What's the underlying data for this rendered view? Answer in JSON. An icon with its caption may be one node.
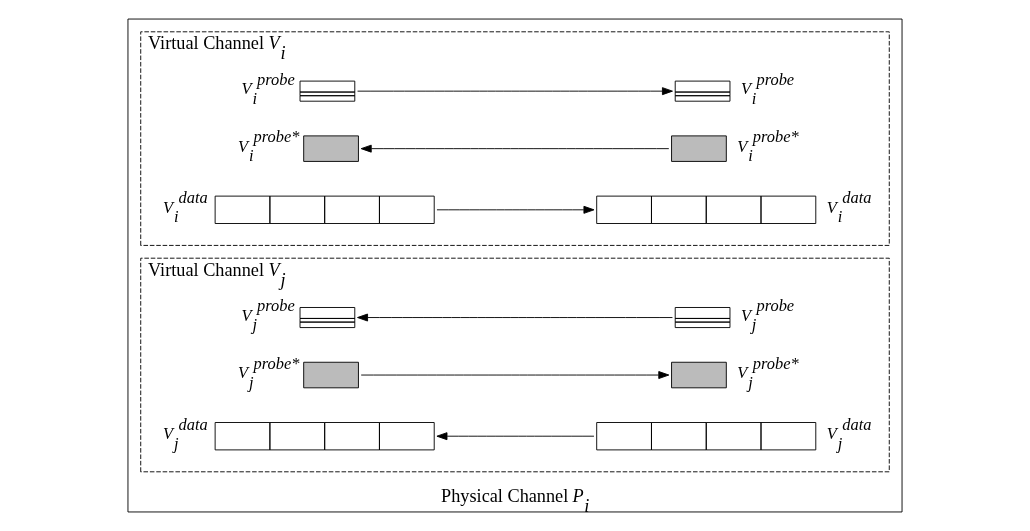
{
  "diagram": {
    "nodes": [
      {
        "text": [
          "Physical Channel *P*$_{i}$"
        ]
      },
      {
        "text": [
          "Virtual Channel *V*$_{i}$"
        ],
        "in": 0
      },
      {
        "text": [],
        "shape": "box",
        "in": 1,
        "beside": [
          "*V*$_{i}$$^{probe}$"
        ]
      },
      {
        "text": [],
        "shape": "box",
        "in": 1,
        "beside": [
          "*V*$_{i}$$^{probe}$"
        ]
      },
      {
        "text": [],
        "shape": "box",
        "in": 1,
        "beside": [
          "*V*$_{i}$$^{probe*}$"
        ]
      },
      {
        "text": [],
        "shape": "box",
        "in": 1,
        "beside": [
          "*V*$_{i}$$^{probe*}$"
        ]
      },
      {
        "text": [],
        "shape": "bar",
        "in": 1,
        "beside": [
          "*V*$_{i}$$^{data}$"
        ]
      },
      {
        "text": [],
        "shape": "bar",
        "in": 1,
        "beside": [
          "*V*$_{i}$$^{data}$"
        ]
      },
      {
        "text": [
          "Virtual Channel *V*$_{j}$"
        ],
        "in": 0
      },
      {
        "text": [],
        "shape": "box",
        "in": 8,
        "beside": [
          "*V*$_{j}$$^{probe}$"
        ]
      },
      {
        "text": [],
        "shape": "box",
        "in": 8,
        "beside": [
          "*V*$_{j}$$^{probe}$"
        ]
      },
      {
        "text": [],
        "shape": "box",
        "in": 8,
        "beside": [
          "*V*$_{j}$$^{probe*}$"
        ]
      },
      {
        "text": [],
        "shape": "box",
        "in": 8,
        "beside": [
          "*V*$_{j}$$^{probe*}$"
        ]
      },
      {
        "text": [],
        "shape": "bar",
        "in": 8,
        "beside": [
          "*V*$_{j}$$^{data}$"
        ]
      },
      {
        "text": [],
        "shape": "bar",
        "in": 8,
        "beside": [
          "*V*$_{j}$$^{data}$"
        ]
      }
    ],
    "edges": [
      {
        "from": 2,
        "to": 3,
        "arrow": "to"
      },
      {
        "from": 5,
        "to": 4,
        "arrow": "to"
      },
      {
        "from": 6,
        "to": 7,
        "arrow": "to"
      },
      {
        "from": 10,
        "to": 9,
        "arrow": "to"
      },
      {
        "from": 11,
        "to": 12,
        "arrow": "to"
      },
      {
        "from": 14,
        "to": 13,
        "arrow": "to"
      }
    ]
  }
}
